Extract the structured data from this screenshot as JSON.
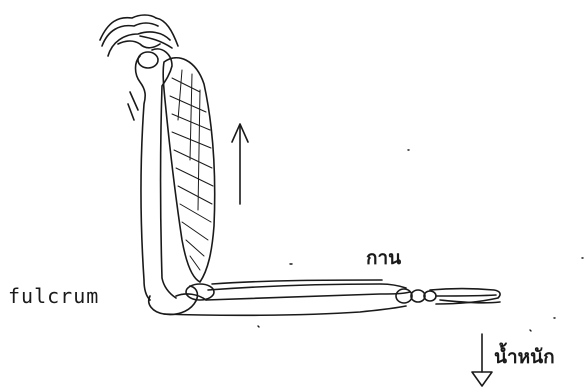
{
  "labels": {
    "fulcrum": "fulcrum",
    "effort": "กาน",
    "load": "น้ำหนัก"
  },
  "colors": {
    "ink": "#1a1a1a",
    "background": "#ffffff"
  }
}
